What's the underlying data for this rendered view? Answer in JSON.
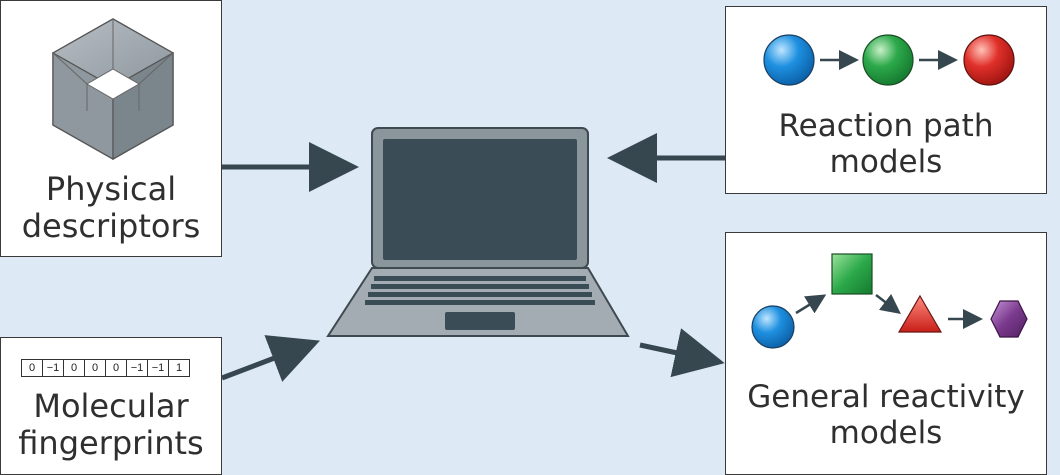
{
  "boxes": {
    "physical": {
      "line1": "Physical",
      "line2": "descriptors"
    },
    "molecular": {
      "line1": "Molecular",
      "line2": "fingerprints",
      "fingerprint": [
        "0",
        "−1",
        "0",
        "0",
        "0",
        "−1",
        "−1",
        "1"
      ]
    },
    "reaction": {
      "line1": "Reaction path",
      "line2": "models"
    },
    "general": {
      "line1": "General reactivity",
      "line2": "models"
    }
  },
  "colors": {
    "background": "#ddeaf6",
    "arrow": "#36474f",
    "screen": "#3a4c55",
    "laptop": "#8a959c",
    "blue": "#1e90e0",
    "green": "#2ca94a",
    "red": "#e0302a",
    "purple": "#7a3a8e"
  },
  "icons": {
    "physical": "cube-icon",
    "laptop": "laptop-icon"
  }
}
